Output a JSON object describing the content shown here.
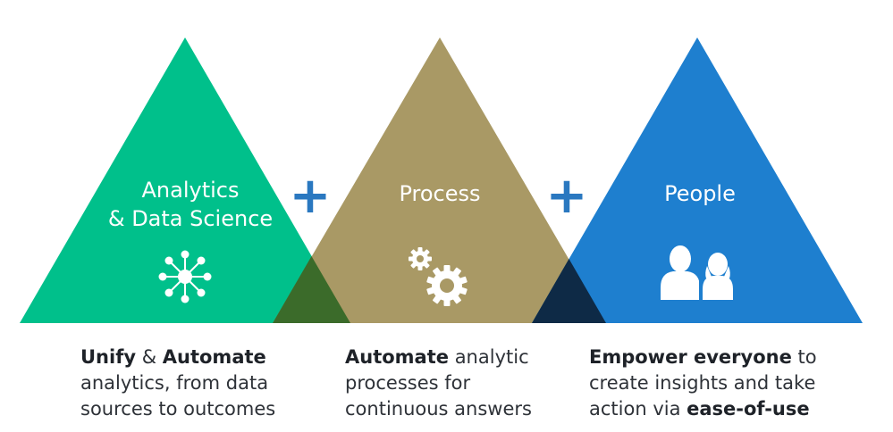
{
  "triangles": [
    {
      "id": "analytics",
      "label_lines": [
        "Analytics",
        "& Data Science"
      ],
      "color": "#00c08b",
      "icon": "network-hub-icon"
    },
    {
      "id": "process",
      "label_lines": [
        "Process"
      ],
      "color": "#a99965",
      "icon": "gears-icon"
    },
    {
      "id": "people",
      "label_lines": [
        "People"
      ],
      "color": "#1e7fcf",
      "icon": "people-icon"
    }
  ],
  "overlap_colors": [
    "#3b6b2a",
    "#0e2a46"
  ],
  "plus_signs": [
    "+",
    "+"
  ],
  "plus_color": "#2a78c0",
  "captions": {
    "analytics": {
      "line1_bold_a": "Unify",
      "line1_mid": " & ",
      "line1_bold_b": "Automate",
      "line2": "analytics, from data",
      "line3": "sources to outcomes"
    },
    "process": {
      "line1_bold": "Automate",
      "line1_rest": " analytic",
      "line2": "processes for",
      "line3": "continuous answers"
    },
    "people": {
      "line1_bold": "Empower everyone",
      "line1_rest": " to",
      "line2": "create insights and take",
      "line3_pre": "action via ",
      "line3_bold": "ease-of-use"
    }
  }
}
